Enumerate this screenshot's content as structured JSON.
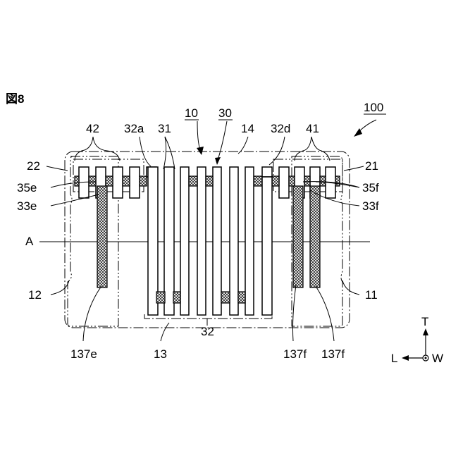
{
  "figure_title": "図8",
  "labels": {
    "n100": "100",
    "n42": "42",
    "n32a": "32a",
    "n31": "31",
    "n10": "10",
    "n30": "30",
    "n14": "14",
    "n32d": "32d",
    "n41": "41",
    "n22": "22",
    "n21": "21",
    "n35e": "35e",
    "n35f": "35f",
    "n33e": "33e",
    "n33f": "33f",
    "nA": "A",
    "n12": "12",
    "n11": "11",
    "n32": "32",
    "n137e": "137e",
    "n13": "13",
    "n137f_left": "137f",
    "n137f_right": "137f"
  },
  "axes": {
    "up": "T",
    "left": "L",
    "out_of_page": "W"
  }
}
